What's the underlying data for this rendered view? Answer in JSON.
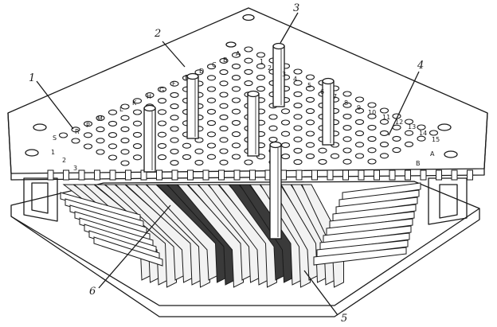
{
  "callouts": [
    {
      "id": "1",
      "text": "1"
    },
    {
      "id": "2",
      "text": "2"
    },
    {
      "id": "3",
      "text": "3"
    },
    {
      "id": "4",
      "text": "4"
    },
    {
      "id": "5",
      "text": "5"
    },
    {
      "id": "6",
      "text": "6"
    }
  ],
  "grid_letters_left": [
    "S",
    "R",
    "P",
    "M",
    "L",
    "K",
    "H",
    "G",
    "F",
    "E",
    "D",
    "C",
    "B",
    "A"
  ],
  "grid_numbers_left": [
    "1",
    "2",
    "3"
  ],
  "grid_numbers_right": [
    "8",
    "9",
    "10",
    "11",
    "12",
    "13",
    "14",
    "15"
  ],
  "grid_letters_right": [
    "A",
    "B"
  ],
  "top_numbers": [
    "1",
    "2",
    "3",
    "4",
    "5",
    "6",
    "7"
  ],
  "colors": {
    "ink": "#1a1a1a",
    "paper": "#ffffff",
    "dark_blade": "#3a3a3a",
    "light_blade": "#f2f2f2"
  }
}
